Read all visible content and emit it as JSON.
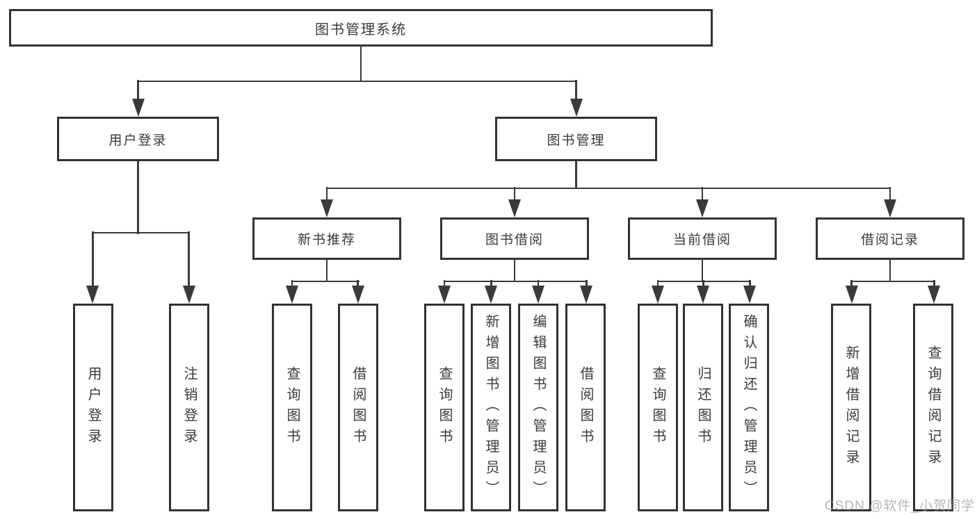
{
  "nodes": {
    "root": "图书管理系统",
    "level2": [
      "用户登录",
      "图书管理"
    ],
    "level3": [
      "新书推荐",
      "图书借阅",
      "当前借阅",
      "借阅记录"
    ],
    "leaves": [
      "用户登录",
      "注销登录",
      "查询图书",
      "借阅图书",
      "查询图书",
      "新增图书（管理员）",
      "编辑图书（管理员）",
      "借阅图书",
      "查询图书",
      "归还图书",
      "确认归还（管理员）",
      "新增借阅记录",
      "查询借阅记录"
    ]
  },
  "watermark": "CSDN @软件_小贺同学",
  "colors": {
    "line": "#3a3a3a",
    "border": "#323232",
    "text": "#3a3a3a",
    "watermark": "#9e9e9e",
    "background": "#ffffff"
  }
}
